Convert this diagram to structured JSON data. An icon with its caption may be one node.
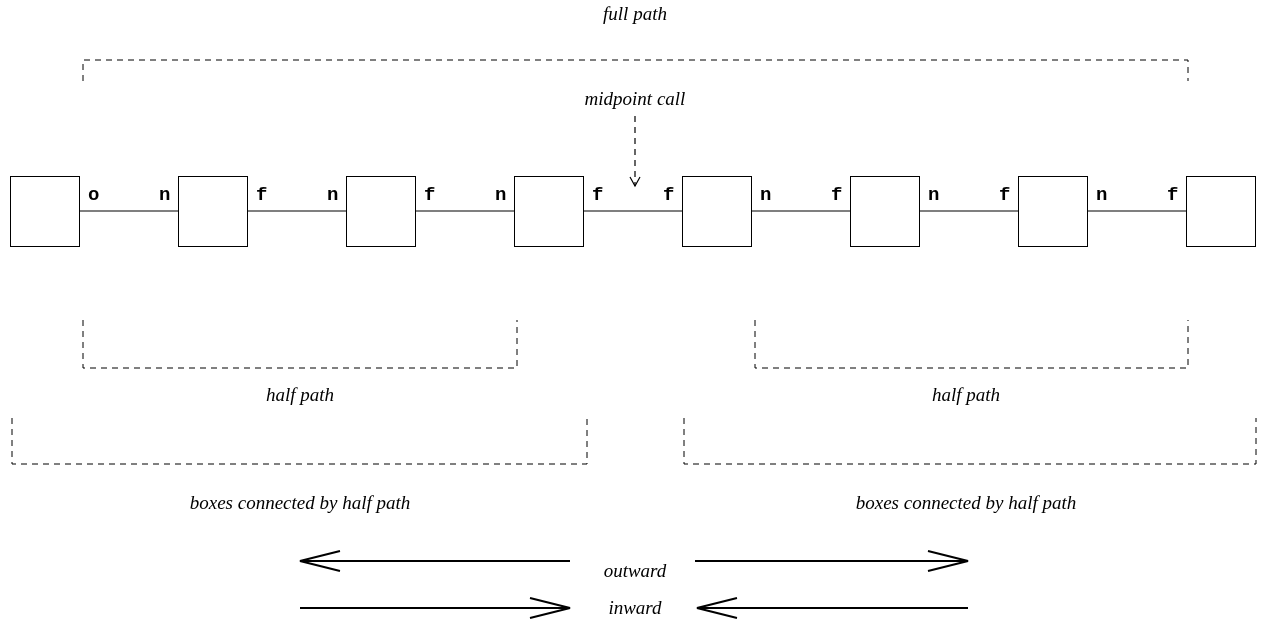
{
  "diagram": {
    "nodes": [
      {
        "text": [],
        "shape": "box"
      },
      {
        "text": [],
        "shape": "box"
      },
      {
        "text": [],
        "shape": "box"
      },
      {
        "text": [],
        "shape": "box"
      },
      {
        "text": [],
        "shape": "box"
      },
      {
        "text": [],
        "shape": "box"
      },
      {
        "text": [],
        "shape": "box"
      },
      {
        "text": [],
        "shape": "box"
      },
      {
        "text": [
          "midpoint call"
        ]
      }
    ],
    "edges": [
      {
        "from": 0,
        "to": 1,
        "arrow": "none"
      },
      {
        "from": 1,
        "to": 2,
        "arrow": "none"
      },
      {
        "from": 2,
        "to": 3,
        "arrow": "none"
      },
      {
        "from": 3,
        "to": 4,
        "arrow": "none"
      },
      {
        "from": 4,
        "to": 5,
        "arrow": "none"
      },
      {
        "from": 5,
        "to": 6,
        "arrow": "none"
      },
      {
        "from": 6,
        "to": 7,
        "arrow": "none"
      },
      {
        "from": 8,
        "to": null,
        "arrow": "to",
        "style": "dashed"
      }
    ],
    "labels": [
      "full path",
      "o",
      "n",
      "f",
      "n",
      "f",
      "n",
      "f",
      "f",
      "n",
      "f",
      "n",
      "f",
      "n",
      "f",
      "half path",
      "half path",
      "boxes connected by half path",
      "boxes connected by half path",
      "outward",
      "inward"
    ]
  }
}
